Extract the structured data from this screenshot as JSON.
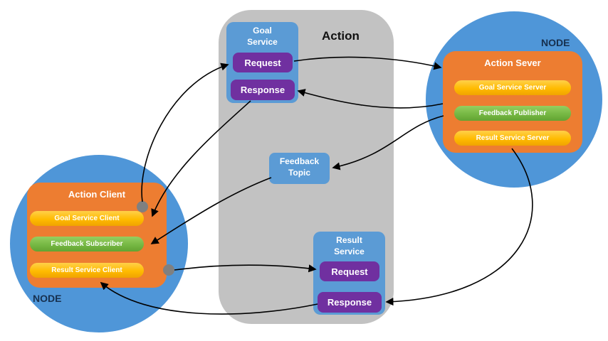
{
  "action_panel": {
    "title": "Action"
  },
  "goal_service": {
    "title": "Goal Service",
    "request_label": "Request",
    "response_label": "Response"
  },
  "feedback_topic": {
    "title": "Feedback Topic"
  },
  "result_service": {
    "title": "Result Service",
    "request_label": "Request",
    "response_label": "Response"
  },
  "server_node": {
    "node_label": "NODE",
    "title": "Action Sever",
    "items": [
      {
        "label": "Goal Service Server",
        "kind": "service-server"
      },
      {
        "label": "Feedback Publisher",
        "kind": "publisher"
      },
      {
        "label": "Result Service Server",
        "kind": "service-server"
      }
    ]
  },
  "client_node": {
    "node_label": "NODE",
    "title": "Action Client",
    "items": [
      {
        "label": "Goal Service Client",
        "kind": "service-client"
      },
      {
        "label": "Feedback Subscriber",
        "kind": "subscriber"
      },
      {
        "label": "Result Service Client",
        "kind": "service-client"
      }
    ]
  },
  "connections": [
    {
      "name": "goal-client-to-goal-request"
    },
    {
      "name": "goal-request-to-action-server"
    },
    {
      "name": "action-server-to-goal-response"
    },
    {
      "name": "goal-response-to-action-client"
    },
    {
      "name": "feedback-publisher-to-feedback-topic"
    },
    {
      "name": "feedback-topic-to-feedback-subscriber"
    },
    {
      "name": "result-client-to-result-request"
    },
    {
      "name": "action-server-to-result-response"
    },
    {
      "name": "result-response-to-action-client"
    }
  ],
  "colors": {
    "node_circle_blue": "#4f96d8",
    "panel_gray": "#c2c2c2",
    "service_box_blue": "#5b9bd5",
    "button_purple": "#7030a0",
    "node_box_orange": "#ed7d31",
    "pill_yellow": "#ffbb00",
    "pill_green": "#76b844",
    "node_label_dark": "#17304f",
    "arrow_black": "#000000",
    "connector_dot_gray": "#808080"
  }
}
